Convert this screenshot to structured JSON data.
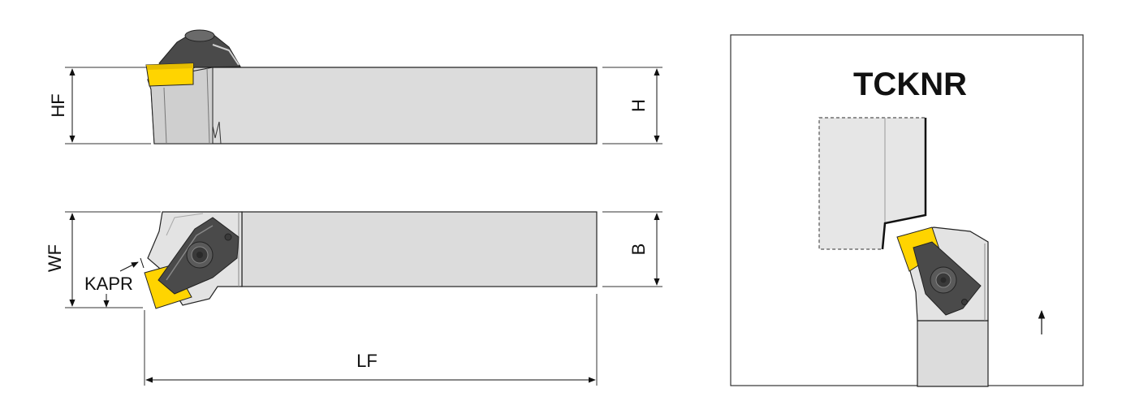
{
  "labels": {
    "hf": "HF",
    "h": "H",
    "wf": "WF",
    "b": "B",
    "kapr": "KAPR",
    "lf": "LF"
  },
  "panel": {
    "title": "TCKNR"
  },
  "colors": {
    "body_gray": "#dcdcdc",
    "body_dark": "#9a9a9a",
    "insert_yellow": "#ffd400",
    "clamp_dark": "#4a4a4a",
    "outline": "#222222"
  }
}
